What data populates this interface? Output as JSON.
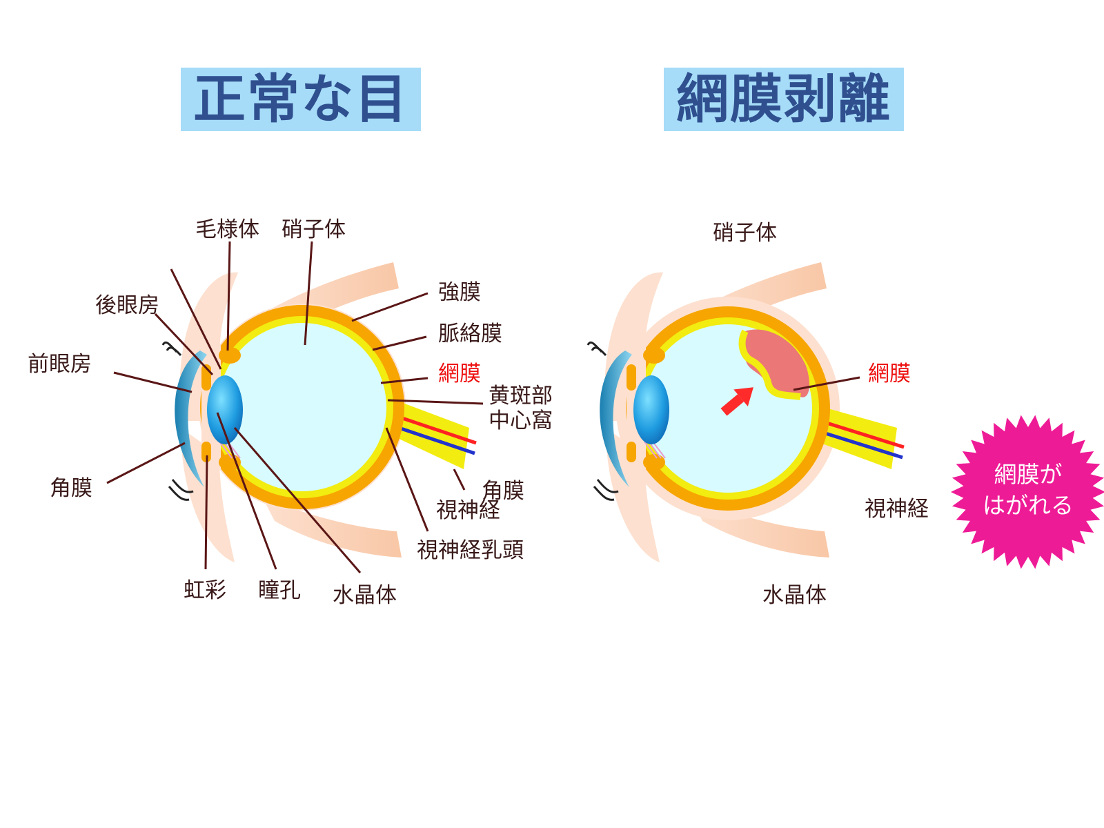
{
  "normal_eye": {
    "title": "正常な目",
    "labels": {
      "ciliary_body": "毛様体",
      "vitreous": "硝子体",
      "posterior_chamber": "後眼房",
      "anterior_chamber": "前眼房",
      "sclera": "強膜",
      "choroid": "脈絡膜",
      "retina": "網膜",
      "macula_line1": "黄斑部",
      "macula_line2": "中心窩",
      "cornea_left": "角膜",
      "cornea_right": "角膜",
      "optic_nerve": "視神経",
      "optic_disc": "視神経乳頭",
      "iris": "虹彩",
      "pupil": "瞳孔",
      "lens": "水晶体"
    }
  },
  "detached_eye": {
    "title": "網膜剥離",
    "labels": {
      "vitreous": "硝子体",
      "retina": "網膜",
      "optic_nerve": "視神経",
      "lens": "水晶体"
    },
    "burst_line1": "網膜が",
    "burst_line2": "はがれる"
  },
  "colors": {
    "title_bg": "#a6dcf8",
    "title_text": "#2f4f8f",
    "sclera": "#f7a500",
    "choroid": "#f2ec10",
    "vitreous": "#d8fbff",
    "skin": "#fde0cf",
    "lens": "#2196d6",
    "label_text": "#3a1a1a",
    "retina_label": "#ee1111",
    "burst": "#ee1b96",
    "detached_area": "#ec7777"
  }
}
